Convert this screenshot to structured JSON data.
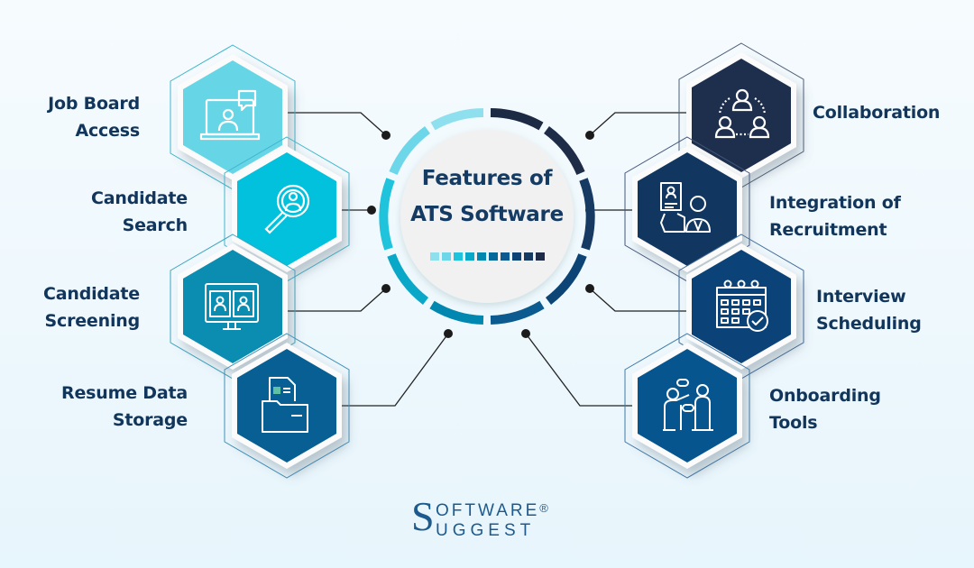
{
  "title": {
    "line1": "Features of",
    "line2": "ATS Software"
  },
  "center": {
    "ring_colors": [
      "#8fe0ee",
      "#6dd6e8",
      "#1fc3dc",
      "#0aa8c8",
      "#0288b0",
      "#05689a",
      "#0b5a90",
      "#0c4476",
      "#173a63",
      "#1f2c48"
    ],
    "swatch_colors": [
      "#8fe0ee",
      "#6dd6e8",
      "#1fc3dc",
      "#0aa8c8",
      "#0288b0",
      "#05689a",
      "#0b5a90",
      "#0c4476",
      "#173a63",
      "#1f2c48"
    ]
  },
  "features": {
    "left": [
      {
        "label_line1": "Job Board",
        "label_line2": "Access",
        "icon": "laptop-video-chat-icon",
        "color": "#66d6e7"
      },
      {
        "label_line1": "Candidate",
        "label_line2": "Search",
        "icon": "magnifier-candidate-icon",
        "color": "#02c1dc"
      },
      {
        "label_line1": "Candidate",
        "label_line2": "Screening",
        "icon": "monitor-profiles-icon",
        "color": "#0a8db0"
      },
      {
        "label_line1": "Resume Data",
        "label_line2": "Storage",
        "icon": "folder-resume-icon",
        "color": "#075f93"
      }
    ],
    "right": [
      {
        "label_line1": "Collaboration",
        "label_line2": "",
        "icon": "team-collaboration-icon",
        "color": "#1e2f4e"
      },
      {
        "label_line1": "Integration of",
        "label_line2": "Recruitment",
        "icon": "recruiter-resume-icon",
        "color": "#11365f"
      },
      {
        "label_line1": "Interview",
        "label_line2": "Scheduling",
        "icon": "calendar-check-icon",
        "color": "#0b4379"
      },
      {
        "label_line1": "Onboarding",
        "label_line2": "Tools",
        "icon": "people-onboarding-icon",
        "color": "#07558f"
      }
    ]
  },
  "logo": {
    "initial": "S",
    "line1": "OFTWARE",
    "registered": "®",
    "line2": "UGGEST"
  }
}
